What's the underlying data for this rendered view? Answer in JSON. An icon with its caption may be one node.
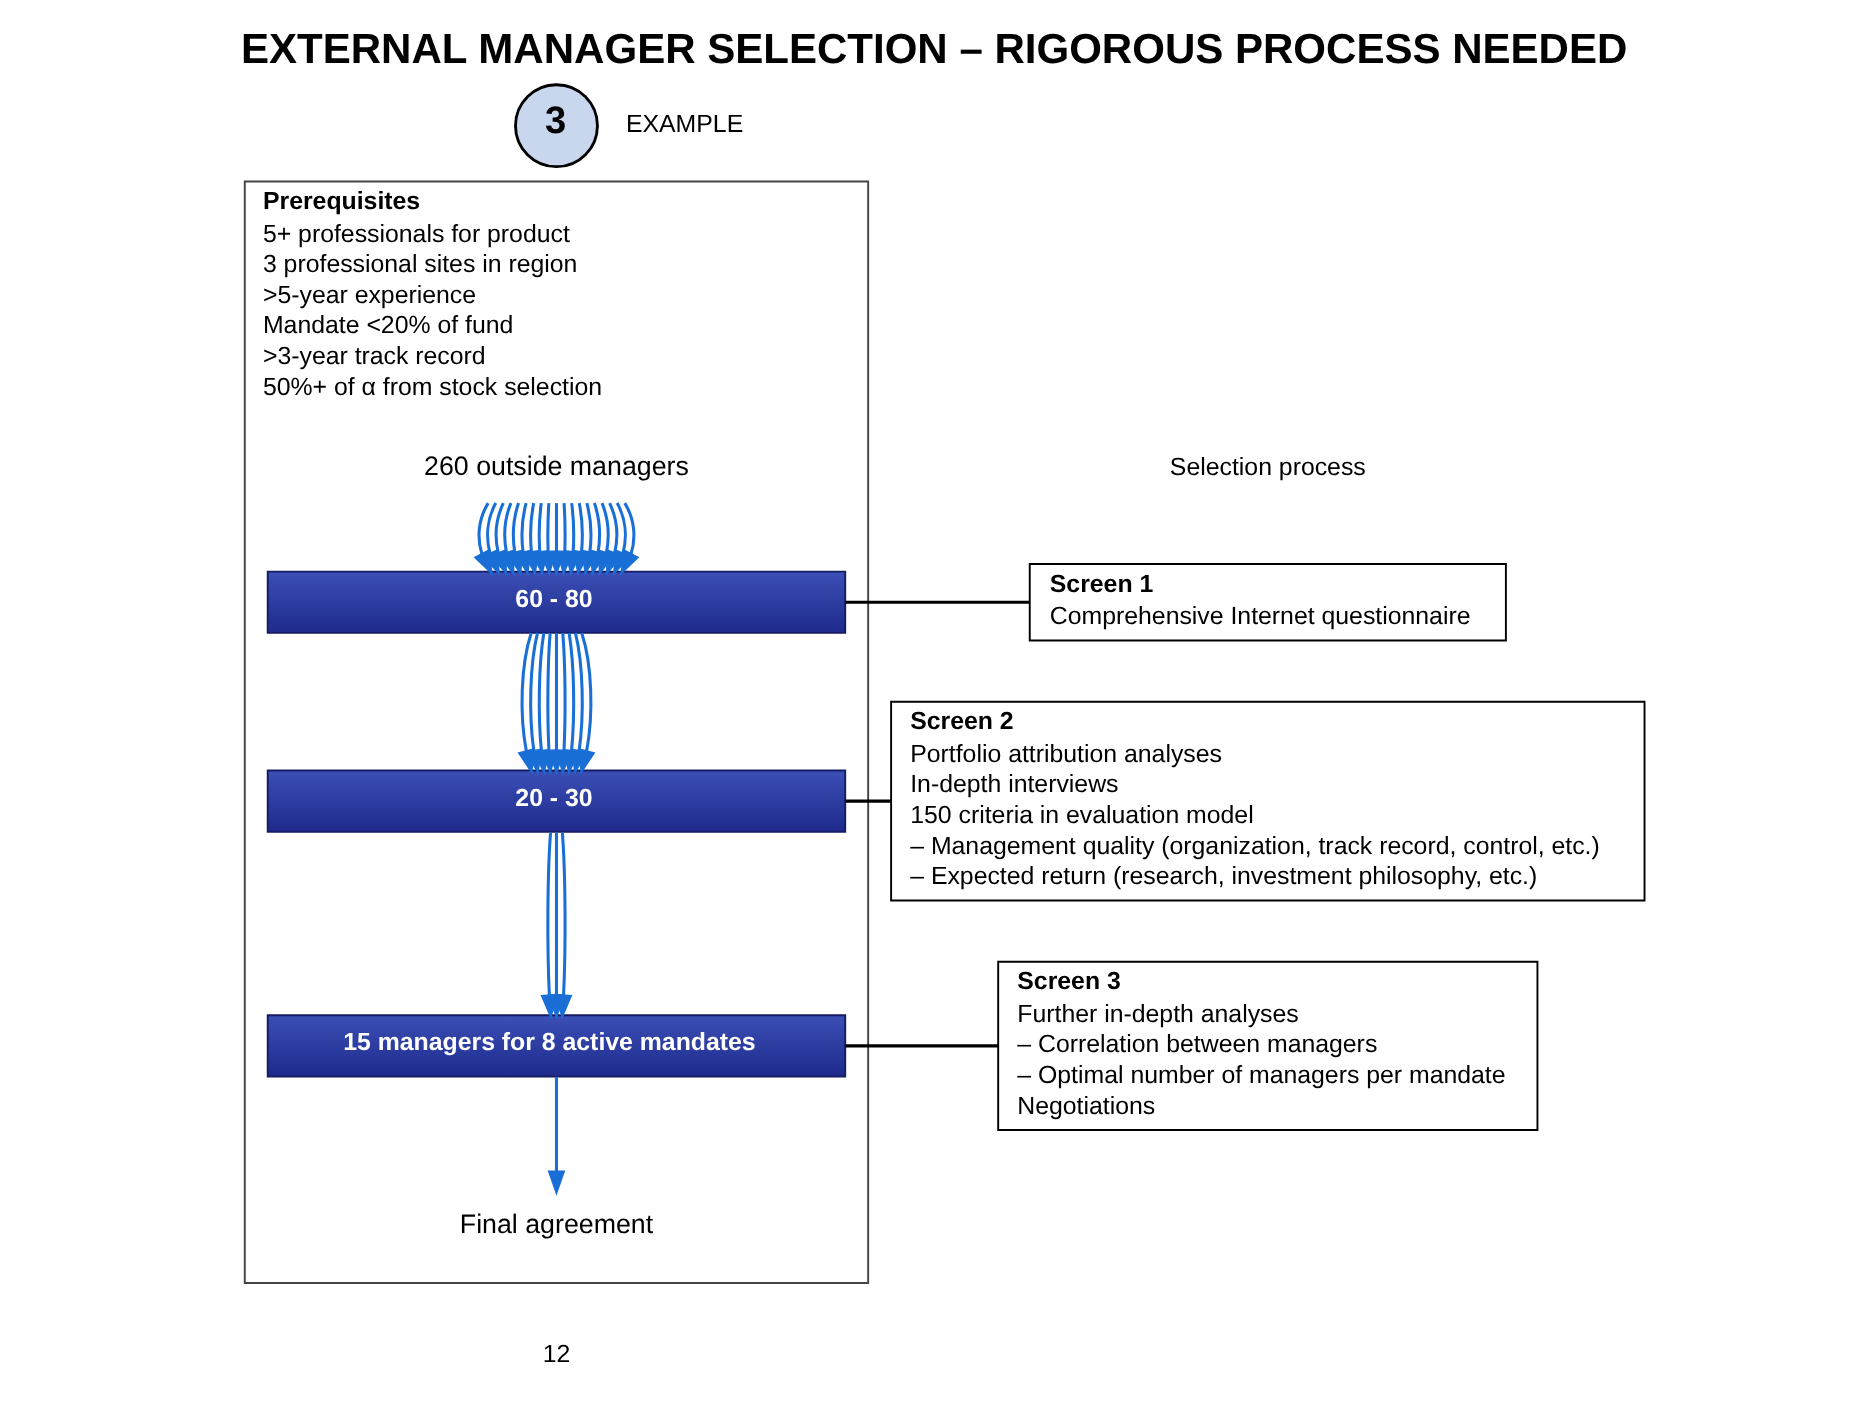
{
  "diagram": {
    "title": "EXTERNAL MANAGER SELECTION – RIGOROUS PROCESS NEEDED",
    "nodes": [
      {
        "text": [
          "3"
        ]
      },
      {
        "text": [
          "Prerequisites",
          "5+ professionals for product",
          "3 professional sites in region",
          ">5-year experience",
          "Mandate <20% of fund",
          ">3-year track record",
          "50%+ of α from stock selection"
        ]
      },
      {
        "text": [
          "260 outside managers"
        ],
        "in": 1
      },
      {
        "text": [
          "60 - 80"
        ],
        "in": 1
      },
      {
        "text": [
          "20 - 30"
        ],
        "in": 1
      },
      {
        "text": [
          "15 managers for 8 active mandates"
        ],
        "in": 1
      },
      {
        "text": [
          "Final agreement"
        ],
        "in": 1
      },
      {
        "text": [
          "Screen 1",
          "Comprehensive Internet questionnaire"
        ]
      },
      {
        "text": [
          "Screen 2",
          "Portfolio attribution analyses",
          "In-depth interviews",
          "150 criteria in evaluation model",
          "– Management quality (organization, track record, control, etc.)",
          "– Expected return (research, investment philosophy, etc.)"
        ]
      },
      {
        "text": [
          "Screen 3",
          "Further in-depth analyses",
          "– Correlation between managers",
          "– Optimal number of managers per mandate",
          "Negotiations"
        ]
      }
    ],
    "edges": [
      {
        "from": 2,
        "to": 3,
        "arrow": "to"
      },
      {
        "from": 2,
        "to": 3,
        "arrow": "to"
      },
      {
        "from": 2,
        "to": 3,
        "arrow": "to"
      },
      {
        "from": 2,
        "to": 3,
        "arrow": "to"
      },
      {
        "from": 2,
        "to": 3,
        "arrow": "to"
      },
      {
        "from": 2,
        "to": 3,
        "arrow": "to"
      },
      {
        "from": 2,
        "to": 3,
        "arrow": "to"
      },
      {
        "from": 2,
        "to": 3,
        "arrow": "to"
      },
      {
        "from": 2,
        "to": 3,
        "arrow": "to"
      },
      {
        "from": 2,
        "to": 3,
        "arrow": "to"
      },
      {
        "from": 2,
        "to": 3,
        "arrow": "to"
      },
      {
        "from": 2,
        "to": 3,
        "arrow": "to"
      },
      {
        "from": 2,
        "to": 3,
        "arrow": "to"
      },
      {
        "from": 2,
        "to": 3,
        "arrow": "to"
      },
      {
        "from": 2,
        "to": 3,
        "arrow": "to"
      },
      {
        "from": 2,
        "to": 3,
        "arrow": "to"
      },
      {
        "from": 2,
        "to": 3,
        "arrow": "to"
      },
      {
        "from": 2,
        "to": 3,
        "arrow": "to"
      },
      {
        "from": 2,
        "to": 3,
        "arrow": "to"
      },
      {
        "from": 3,
        "to": 4,
        "arrow": "to"
      },
      {
        "from": 3,
        "to": 4,
        "arrow": "to"
      },
      {
        "from": 3,
        "to": 4,
        "arrow": "to"
      },
      {
        "from": 3,
        "to": 4,
        "arrow": "to"
      },
      {
        "from": 3,
        "to": 4,
        "arrow": "to"
      },
      {
        "from": 3,
        "to": 4,
        "arrow": "to"
      },
      {
        "from": 3,
        "to": 4,
        "arrow": "to"
      },
      {
        "from": 3,
        "to": 4,
        "arrow": "to"
      },
      {
        "from": 3,
        "to": 4,
        "arrow": "to"
      },
      {
        "from": 4,
        "to": 5,
        "arrow": "to"
      },
      {
        "from": 4,
        "to": 5,
        "arrow": "to"
      },
      {
        "from": 4,
        "to": 5,
        "arrow": "to"
      },
      {
        "from": 5,
        "to": 6,
        "arrow": "to"
      },
      {
        "from": 3,
        "to": 7,
        "arrow": "none",
        "color": "#000000"
      },
      {
        "from": 4,
        "to": 8,
        "arrow": "none",
        "color": "#000000"
      },
      {
        "from": 5,
        "to": 9,
        "arrow": "none",
        "color": "#000000"
      }
    ],
    "labels": [
      "EXAMPLE",
      "Selection process",
      "12"
    ]
  }
}
